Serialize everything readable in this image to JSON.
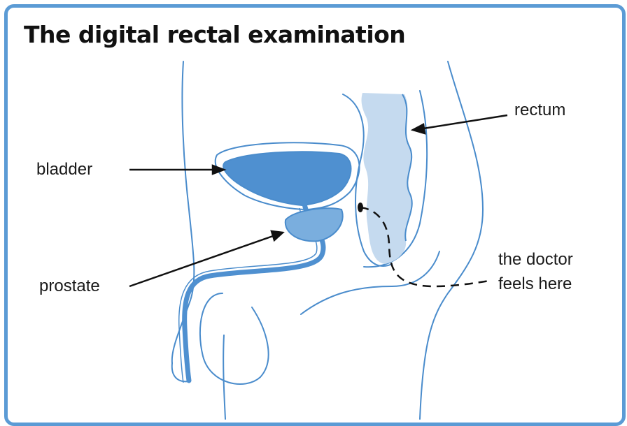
{
  "title": "The digital rectal examination",
  "labels": {
    "bladder": "bladder",
    "prostate": "prostate",
    "rectum": "rectum",
    "doctor_line1": "the doctor",
    "doctor_line2": "feels here"
  },
  "colors": {
    "frame": "#5b9bd5",
    "outline": "#4a8ccc",
    "organ_fill": "#4f90d0",
    "prostate_fill": "#7aaede",
    "rectum_fill": "#c5daef"
  }
}
